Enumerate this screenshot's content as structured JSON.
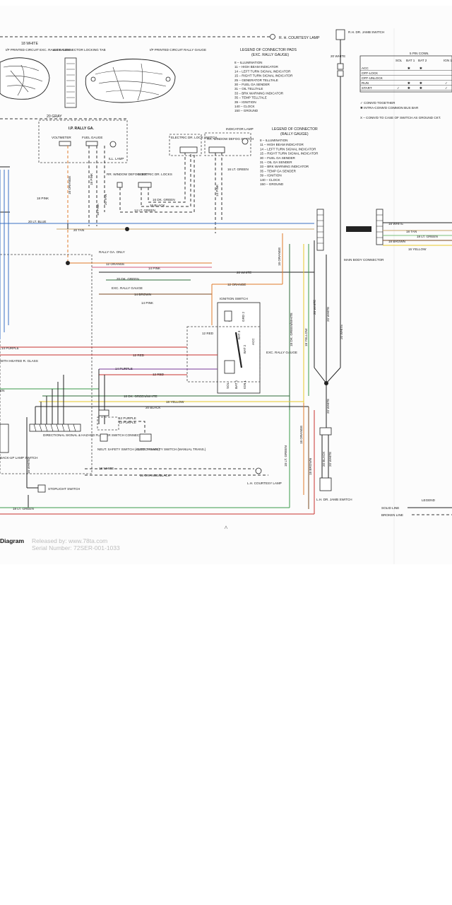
{
  "diagram": {
    "wire_labels": {
      "top_white": "18 WHITE",
      "gray": "20 GRAY",
      "pink_vert": "18 PINK",
      "orange_vert": "16 ORANGE",
      "pink_vert2": "18 PINK",
      "pink_left": "18 PINK",
      "tan_vert": "20 TAN",
      "dk_green": "16 DK. GREEN",
      "black_16": "16 BLACK",
      "lt_green_14": "14 LT. GREEN",
      "pink_14_vert": "14 PINK",
      "lt_green_16": "16 LT. GREEN",
      "lt_blue": "20 LT. BLUE",
      "tan_20": "20 TAN",
      "rally_only": "RALLY GA. ONLY",
      "orange_12": "12 ORANGE",
      "pink_14": "14 PINK",
      "white_20": "20 WHITE",
      "dk_green_20": "20 DK. GREEN",
      "exc_rally": "EXC. RALLY GAUGE",
      "brown_14": "14 BROWN",
      "orange_12b": "12 ORANGE",
      "pink_14b": "14 PINK",
      "red_12a": "12 RED",
      "purple_14": "14 PURPLE",
      "red_12b": "12 RED",
      "purple_14b": "14 PURPLE",
      "red_12c": "12 RED",
      "heated_glass": "WITH HEATED R. GLASS",
      "green_left": "EN",
      "dkgreen_white": "18 DK. GREEN/WHITE",
      "yellow_18": "18 YELLOW",
      "black_20": "20 BLACK",
      "purple_12a": "12 PURPLE",
      "purple_12b": "12 PURPLE",
      "white_18b": "18 WHITE",
      "orange_black": "18 ORANGE/BLACK",
      "white_18c": "18 WHITE",
      "lt_green_18": "18 LT. GREEN",
      "orange_vert_r": "18 ORANGE",
      "dkgreen_white_v": "18 DK. GREEN/WHITE",
      "yellow_v": "18 YELLOW",
      "white_v1": "20 WHITE",
      "white_v2": "20 WHITE",
      "white_v3": "20 WHITE",
      "white_jamb": "20 WHITE",
      "orange_v2": "18 ORANGE",
      "ltgreen_v": "18 LT. GREEN",
      "brown_v": "18 BROWN",
      "white_v4": "20 WHITE",
      "black_v": "20 BLACK",
      "white_v5": "20 WHITE",
      "r_white": "18 WHITE",
      "r_tan": "18 TAN",
      "r_ltgreen": "18 LT. GREEN",
      "r_brown": "18 BROWN",
      "r_yellow": "16 YELLOW"
    },
    "components": {
      "ip_left": "I/P PRINTED CIRCUIT EXC. RALLY GAUGE",
      "wide_connector": "WIDE CONNECTOR LOCKING TAB",
      "ip_right": "I/P PRINTED CIRCUIT RALLY GAUGE",
      "rh_courtesy": "R. H. COURTESY LAMP",
      "rh_jamb": "R.H. DR. JAMB SWITCH",
      "ip_rally": "I.P. RALLY GA.",
      "voltmeter": "VOLTMETER",
      "fuel_gauge": "FUEL GAUGE",
      "ill_lamp": "ILL. LAMP",
      "electric_lock": "ELECTRIC DR. LOCK SWITCH",
      "indicator_lamp": "INDICATOR LAMP",
      "rr_defog_switch": "RR. WINDOW DEFOG SWITCH",
      "rr_defogger": "RR. WINDOW DEFOGGER",
      "electric_locks": "ELECTRIC DR. LOCKS",
      "ignition_switch": "IGNITION SWITCH",
      "exc_rally_gauge": "EXC. RALLY GAUGE",
      "main_body": "MAIN BODY CONNECTOR",
      "directional": "DIRECTIONAL SIGNAL & HAZARD FLASHER SWITCH CONNECTOR",
      "backup_lamp": "BACK-UP LAMP SWITCH",
      "neut_safety": "NEUT. SAFETY SWITCH (AUTO. TRANS.)",
      "clutch_safety": "CLUTCH SAFETY SWITCH (MANUAL TRANS.)",
      "lh_courtesy": "L.H. COURTESY LAMP",
      "stoplight": "STOPLIGHT SWITCH",
      "lh_jamb": "L.H. DR. JAMB SWITCH"
    },
    "ignition_terms": [
      "GRD 1",
      "GRD 2",
      "BAT 3",
      "BAT 2",
      "ACC",
      "SOL",
      "BAT 1",
      "IGN 1"
    ],
    "legend_exc": {
      "title": "LEGEND OF CONNECTOR PADS",
      "subtitle": "(EXC. RALLY GAUGE)",
      "items": [
        "8 – ILLUMINATION",
        "11 – HIGH BEAM INDICATOR",
        "14 – LEFT TURN SIGNAL INDICATOR",
        "15 – RIGHT TURN SIGNAL INDICATOR",
        "25 – GENERATOR TELLTALE",
        "30 – FUEL GA SENDER",
        "31 – OIL TELLTALE",
        "33 – BRK WARNING INDICATOR",
        "35 – TEMP TELLTALE",
        "39 – IGNITION",
        "140 – CLOCK",
        "150 – GROUND"
      ]
    },
    "legend_rally": {
      "title": "LEGEND OF CONNECTOR",
      "subtitle": "(RALLY GAUGE)",
      "items": [
        "8 – ILLUMINATION",
        "11 – HIGH BEAM INDICATOR",
        "14 – LEFT TURN SIGNAL INDICATOR",
        "15 – RIGHT TURN SIGNAL INDICATOR",
        "30 – FUEL GA SENDER",
        "31 – OIL GA SENDER",
        "33 – BRK WARNING INDICATOR",
        "35 – TEMP GA SENDER",
        "39 – IGNITION",
        "140 – CLOCK",
        "150 – GROUND"
      ]
    },
    "pin_table": {
      "title": "5 PIN CONN.",
      "columns": [
        "SOL",
        "BAT 1",
        "BAT 2",
        "IGN 1"
      ],
      "rows": [
        {
          "label": "ACC",
          "cells": [
            "",
            "✱",
            "✱",
            ""
          ]
        },
        {
          "label": "OFF-LOCK",
          "cells": [
            "",
            "",
            "",
            ""
          ]
        },
        {
          "label": "OFF-UNLOCK",
          "cells": [
            "",
            "",
            "",
            ""
          ]
        },
        {
          "label": "RUN",
          "cells": [
            "",
            "✱",
            "✱",
            "✓"
          ]
        },
        {
          "label": "START",
          "cells": [
            "✓",
            "✱",
            "✱",
            "✓"
          ]
        }
      ]
    },
    "symbol_notes": [
      "✓ CONN'D TOGETHER",
      "✱ INTRA-CONN'D COMMON BUS BAR",
      "X – CONN'D TO CASE OF SWITCH AS GROUND CKT."
    ],
    "legend_lines": {
      "title": "LEGEND",
      "solid": "SOLID LINE",
      "broken": "BROKEN LINE"
    },
    "caption": "Diagram",
    "watermark_1": "Released by: www.78ta.com",
    "watermark_2": "Serial Number: 72SER-001-1033"
  },
  "colors": {
    "orange": "#e07a2a",
    "pink": "#d45a7a",
    "red": "#c8322e",
    "yellow": "#e8c72a",
    "green": "#3a9a4a",
    "lt_green": "#7bc07a",
    "dk_green": "#2e6b3a",
    "tan": "#c9a36a",
    "blue": "#3a6fc4",
    "brown": "#7a4a22",
    "ink": "#222222"
  }
}
